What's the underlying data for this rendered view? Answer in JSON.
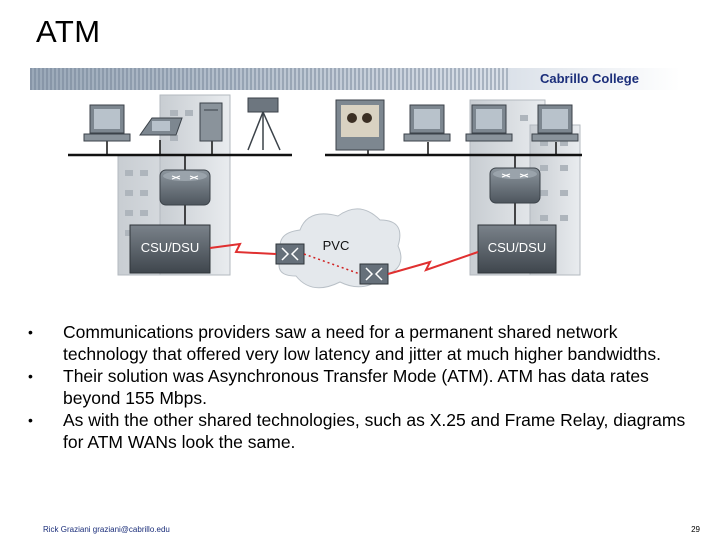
{
  "slide": {
    "title": "ATM",
    "college": "Cabrillo College"
  },
  "diagram": {
    "left_device_label": "CSU/DSU",
    "right_device_label": "CSU/DSU",
    "cloud_label": "PVC"
  },
  "bullets": [
    "Communications providers saw a need for a permanent shared network technology that offered very low latency and jitter at much higher bandwidths.",
    "Their solution was Asynchronous Transfer Mode (ATM). ATM has data rates beyond 155 Mbps.",
    "As with the other shared technologies, such as X.25 and Frame Relay, diagrams for ATM WANs look the same."
  ],
  "footer": {
    "author": "Rick Graziani  graziani@cabrillo.edu",
    "page_number": "29"
  },
  "colors": {
    "serial_link": "#e03030",
    "college_text": "#1b2e7a",
    "device_dark": "#606870"
  }
}
